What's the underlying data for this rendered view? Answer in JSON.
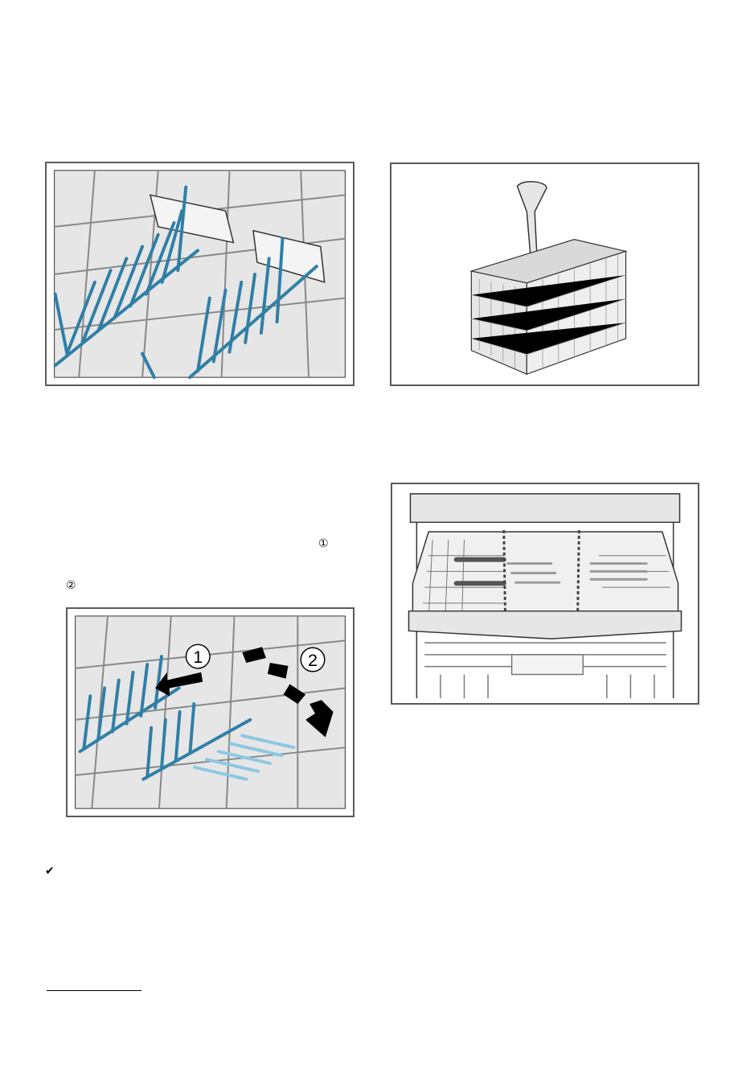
{
  "markers": {
    "step1": "①",
    "step2": "②",
    "check": "✔"
  },
  "figure_callouts": {
    "fold_step1": "1",
    "fold_step2": "2"
  },
  "colors": {
    "rack_blue": "#2f7fa6",
    "rack_blue_light": "#8cc8e3",
    "panel_gray": "#e6e6e6",
    "frame_gray": "#5a5a5a"
  }
}
